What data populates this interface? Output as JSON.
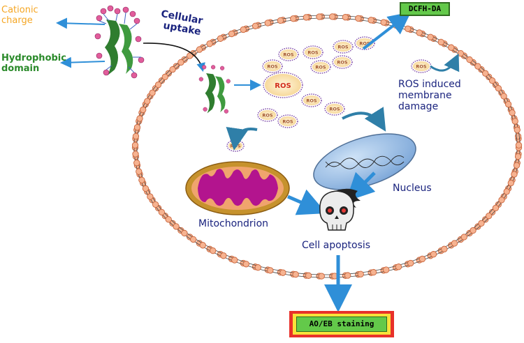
{
  "labels": {
    "cationic_line1": "Cationic",
    "cationic_line2": "charge",
    "hydrophobic_line1": "Hydrophobic",
    "hydrophobic_line2": "domain",
    "uptake_line1": "Cellular",
    "uptake_line2": "uptake",
    "ros_damage_line1": "ROS induced",
    "ros_damage_line2": "membrane",
    "ros_damage_line3": "damage",
    "nucleus": "Nucleus",
    "mitochondrion": "Mitochondrion",
    "apoptosis": "Cell apoptosis",
    "ros": "ROS"
  },
  "boxes": {
    "dcfh": "DCFH-DA",
    "aoeb": "AO/EB staining"
  },
  "colors": {
    "cationic": "#f5a623",
    "hydrophobic": "#2a8a2a",
    "text_dark_blue": "#1a237e",
    "arrow_blue": "#2f8fd8",
    "membrane_head": "#f6b391",
    "membrane_outline": "#c9643b",
    "ros_core": "#fdebc2",
    "ros_text": "#d22c1c",
    "mito_outer": "#c6922d",
    "mito_inner": "#f0a46d",
    "mito_cristae": "#b3148e",
    "nucleus_fill": "#8fb8e4",
    "box_green": "#63c94a",
    "box_red": "#e8312a",
    "box_yellow": "#f7e23a"
  },
  "icons": [
    "peptide-cluster-icon",
    "ros-particle-icon",
    "mitochondrion-icon",
    "nucleus-icon",
    "dna-helix-icon",
    "skull-icon",
    "flame-icon"
  ]
}
